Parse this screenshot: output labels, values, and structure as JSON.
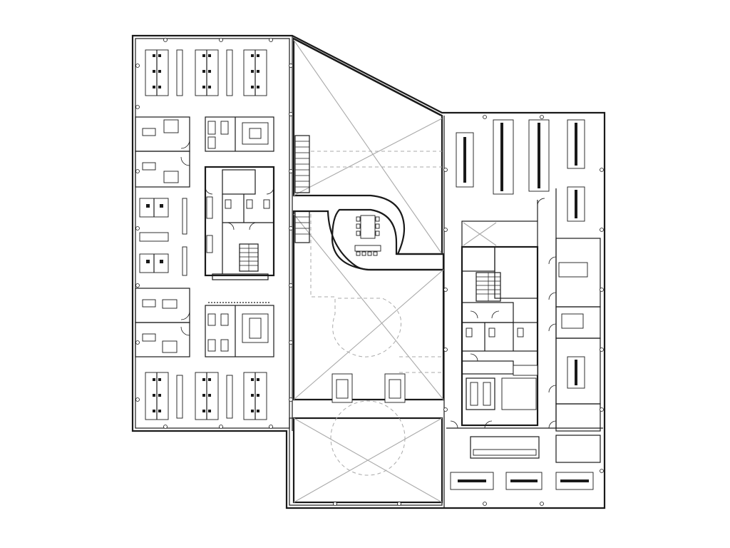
{
  "drawing": {
    "kind": "architectural floor plan",
    "text_labels": []
  },
  "colors": {
    "wall": "#1a1a1a",
    "void_cross": "#a9a9a9",
    "dashed_outline": "#a9a9a9",
    "background": "#ffffff"
  },
  "zones": [
    {
      "name": "west-wing-offices"
    },
    {
      "name": "central-atrium-north"
    },
    {
      "name": "central-atrium-south"
    },
    {
      "name": "south-void"
    },
    {
      "name": "east-wing"
    },
    {
      "name": "core-stairs-restrooms"
    },
    {
      "name": "meeting-room-curved"
    }
  ]
}
